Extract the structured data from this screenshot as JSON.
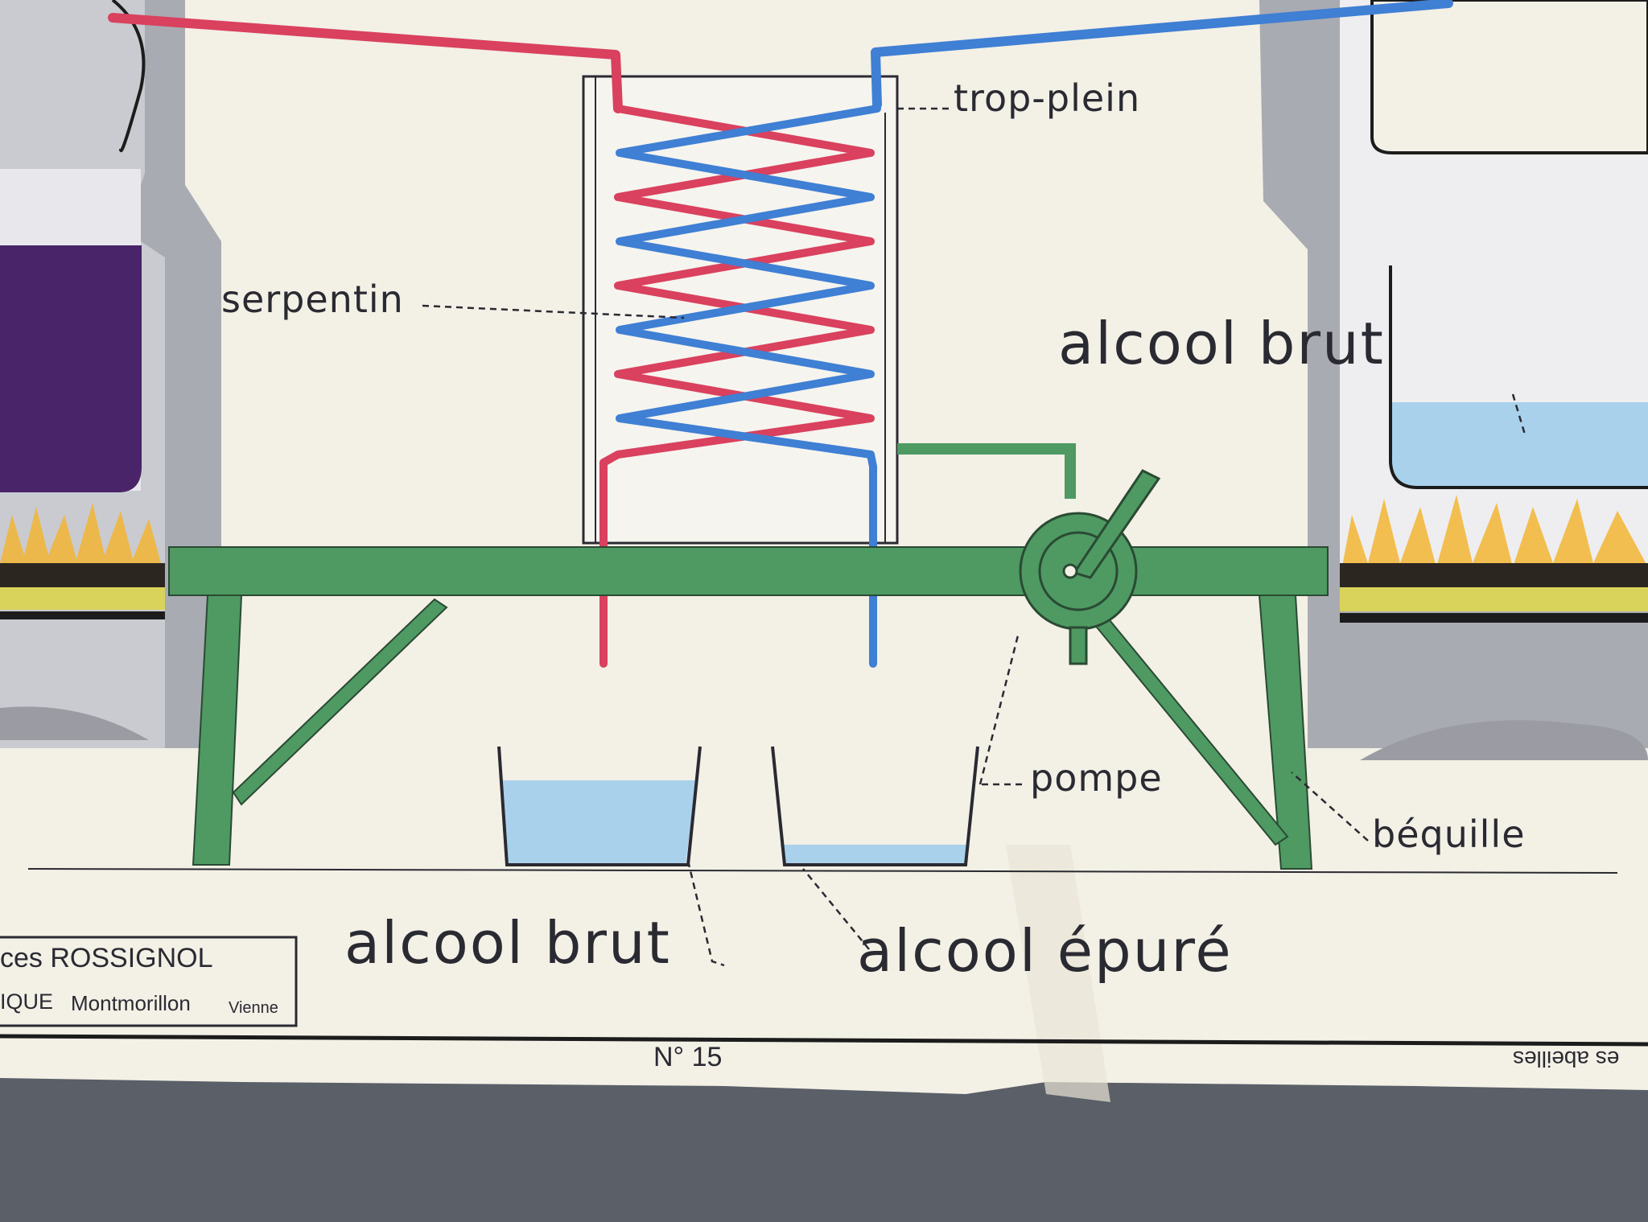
{
  "labels": {
    "trop_plein": "trop-plein",
    "serpentin": "serpentin",
    "alcool_brut_top": "alcool  brut",
    "pompe": "pompe",
    "bequille": "béquille",
    "alcool_brut_bottom": "alcool  brut",
    "alcool_epure": "alcool  épuré"
  },
  "publisher": {
    "name": "ces ROSSIGNOL",
    "prefix": "IQUE",
    "city": "Montmorillon",
    "region": "Vienne"
  },
  "footer": {
    "plate_number": "N° 15",
    "mirrored_text": "es abeilles"
  },
  "colors": {
    "paper": "#f3f0e6",
    "hot_pipe": "#d9415e",
    "cold_pipe": "#3f7fd4",
    "frame_green": "#4e9a62",
    "liquid_blue": "#a9d1ec",
    "wine_purple": "#4a2468",
    "furnace_gray": "#a7a9b0",
    "ink": "#2a2a32",
    "backdrop": "#5a5f68"
  }
}
